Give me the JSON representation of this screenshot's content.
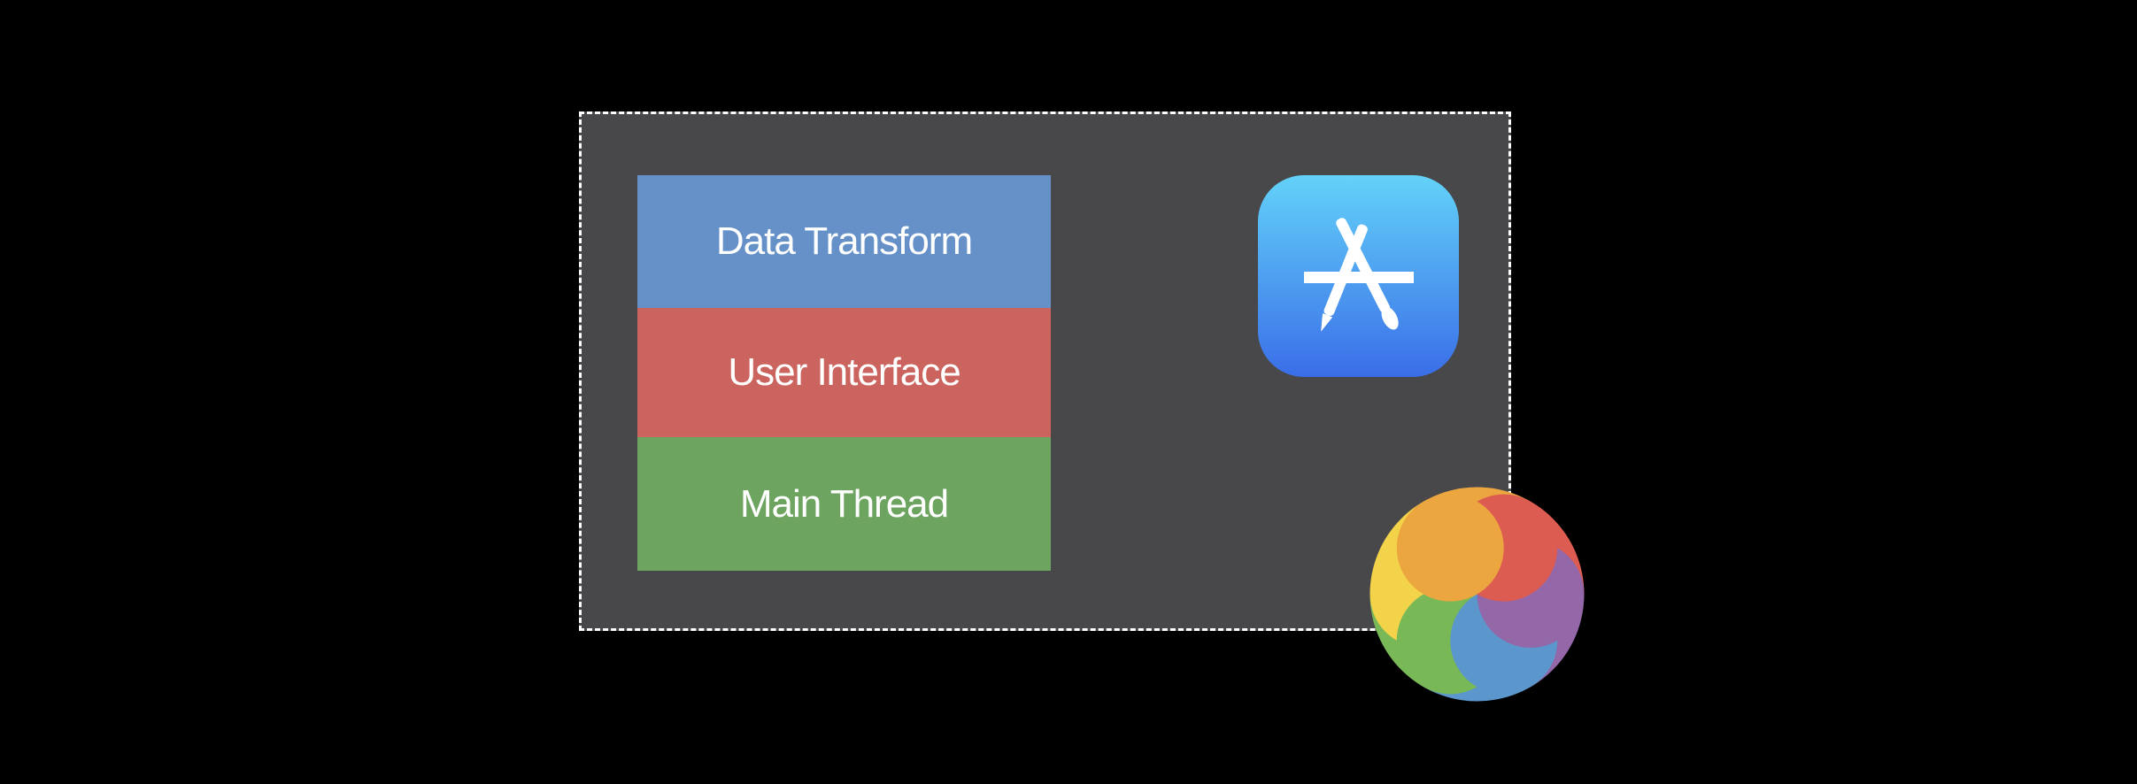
{
  "layers": [
    {
      "label": "Data Transform",
      "color": "#6590c8"
    },
    {
      "label": "User Interface",
      "color": "#cb645f"
    },
    {
      "label": "Main Thread",
      "color": "#6ca460"
    }
  ],
  "app_icon": {
    "name": "app-store-icon"
  },
  "spinner": {
    "name": "spinning-beachball-icon",
    "colors": [
      "#eca640",
      "#dd5c52",
      "#9467a8",
      "#5b97cc",
      "#78b856",
      "#f3d34a"
    ]
  }
}
